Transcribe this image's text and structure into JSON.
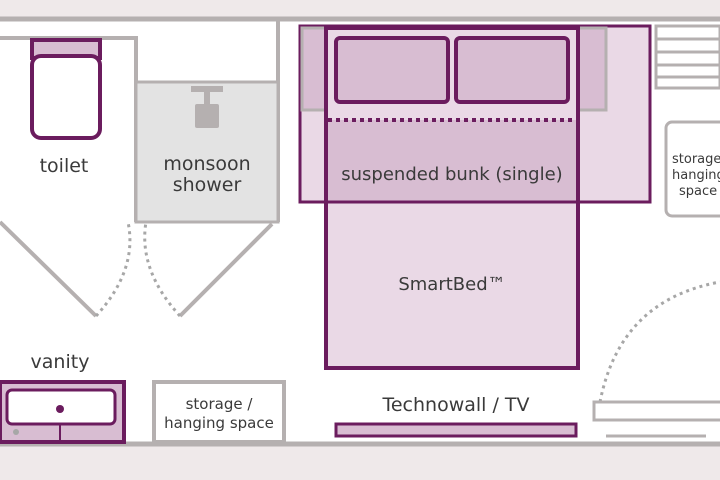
{
  "labels": {
    "toilet": "toilet",
    "shower_line1": "monsoon",
    "shower_line2": "shower",
    "bunk": "suspended bunk (single)",
    "bed": "SmartBed™",
    "vanity": "vanity",
    "storage_line1": "storage /",
    "storage_line2": "hanging space",
    "technowall": "Technowall / TV",
    "storage_right_line1": "storage /",
    "storage_right_line2": "hanging",
    "storage_right_line3": "space"
  },
  "colors": {
    "wall": "#b5b0b0",
    "purple": "#6b1c5e",
    "pink_light": "#ead9e6",
    "pink_mid": "#d8bdd2",
    "shower_fill": "#e3e3e3",
    "grey_dash": "#a7a7a7"
  }
}
